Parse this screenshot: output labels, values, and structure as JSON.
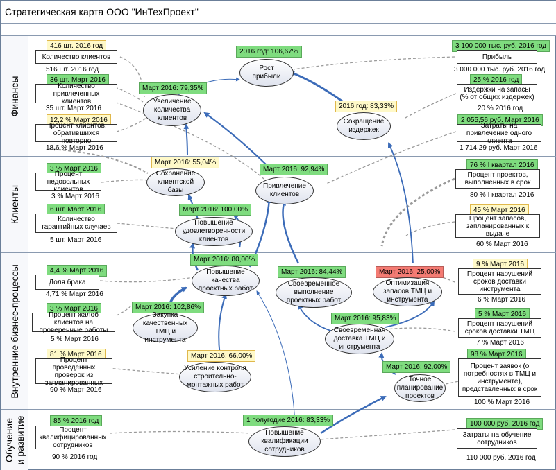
{
  "title": "Стратегическая карта ООО \"ИнТехПроект\"",
  "lanes": {
    "finance": "Финансы",
    "clients": "Клиенты",
    "processes": "Внутренние бизнес-процессы",
    "learning": "Обучение\nи развитие"
  },
  "goals": {
    "profit_growth": "Рост прибыли",
    "clients_increase": "Увеличение количества клиентов",
    "cost_reduction": "Сокращение издержек",
    "base_retention": "Сохранение клиентской базы",
    "attraction": "Привлечение клиентов",
    "satisfaction": "Повышение удовлетворенности клиентов",
    "project_quality": "Повышение качества проектных работ",
    "timely_projects": "Своевременное выполнение проектных работ",
    "stock_opt": "Оптимизация запасов ТМЦ и инструмента",
    "purchase": "Закупка качественных ТМЦ и инструмента",
    "timely_delivery": "Своевременная доставка ТМЦ и инструмента",
    "control": "Усиление контроля строительно-монтажных работ",
    "planning": "Точное планирование проектов",
    "qualification": "Повышение квалификации сотрудников"
  },
  "goal_tags": {
    "profit_growth": "2016 год: 106,67%",
    "clients_increase": "Март 2016: 79,35%",
    "cost_reduction": "2016 год: 83,33%",
    "base_retention": "Март 2016: 55,04%",
    "attraction": "Март 2016: 92,94%",
    "satisfaction": "Март 2016: 100,00%",
    "project_quality": "Март 2016: 80,00%",
    "timely_projects": "Март 2016: 84,44%",
    "stock_opt": "Март 2016: 25,00%",
    "purchase": "Март 2016: 102,86%",
    "timely_delivery": "Март 2016: 95,83%",
    "control": "Март 2016: 66,00%",
    "planning": "Март 2016: 92,00%",
    "qualification": "1 полугодие 2016: 83,33%"
  },
  "kpis": {
    "k1": {
      "name": "Количество клиентов",
      "target": "416 шт. 2016 год",
      "actual": "516 шт. 2016 год"
    },
    "k2": {
      "name": "Количество привлеченных клиентов",
      "target": "36 шт. Март 2016",
      "actual": "35 шт. Март 2016"
    },
    "k3": {
      "name": "Процент клиентов, обратившихся повторно",
      "target": "12,2 % Март 2016",
      "actual": "18,6 % Март 2016"
    },
    "k4": {
      "name": "Прибыль",
      "target": "3 100 000 тыс. руб. 2016 год",
      "actual": "3 000 000 тыс. руб. 2016 год"
    },
    "k5": {
      "name": "Издержки на запасы (% от общих издержек)",
      "target": "25 % 2016 год",
      "actual": "20 % 2016 год"
    },
    "k6": {
      "name": "Затраты на привлечение одного клиента",
      "target": "2 055,56 руб. Март 2016",
      "actual": "1 714,29 руб. Март 2016"
    },
    "k7": {
      "name": "Процент недовольных клиентов",
      "target": "3 % Март 2016",
      "actual": "3 % Март 2016"
    },
    "k8": {
      "name": "Количество гарантийных случаев",
      "target": "6 шт. Март 2016",
      "actual": "5 шт. Март 2016"
    },
    "k9": {
      "name": "Процент проектов, выполненных в срок",
      "target": "76 % I квартал 2016",
      "actual": "80 % I квартал 2016"
    },
    "k10": {
      "name": "Процент запасов, запланированных к выдаче",
      "target": "45 % Март 2016",
      "actual": "60 % Март 2016"
    },
    "k11": {
      "name": "Доля брака",
      "target": "4,4 % Март 2016",
      "actual": "4,71 % Март 2016"
    },
    "k12": {
      "name": "Процент жалоб клиентов на проверенные работы",
      "target": "3 % Март 2016",
      "actual": "5 % Март 2016"
    },
    "k13": {
      "name": "Процент проведенных проверок из запланированных",
      "target": "81 % Март 2016",
      "actual": "90 % Март 2016"
    },
    "k14": {
      "name": "Процент нарушений сроков доставки инструмента",
      "target": "9 % Март 2016",
      "actual": "6 % Март 2016"
    },
    "k15": {
      "name": "Процент нарушений сроков доставки ТМЦ",
      "target": "5 % Март 2016",
      "actual": "7 % Март 2016"
    },
    "k16": {
      "name": "Процент заявок (о потребностях в ТМЦ и инструменте), представленных в срок",
      "target": "98 % Март 2016",
      "actual": "100 % Март 2016"
    },
    "k17": {
      "name": "Процент квалифицированных сотрудников",
      "target": "85 % 2016 год",
      "actual": "90 % 2016 год"
    },
    "k18": {
      "name": "Затраты на обучение сотрудников",
      "target": "100 000 руб. 2016 год",
      "actual": "110 000 руб. 2016 год"
    }
  },
  "colors": {
    "status_green": "#7fdc7f",
    "status_yellow": "#fff9c8",
    "status_red": "#f47b73",
    "arrow": "#3b6bb8",
    "dashed": "#9a9a9a"
  }
}
